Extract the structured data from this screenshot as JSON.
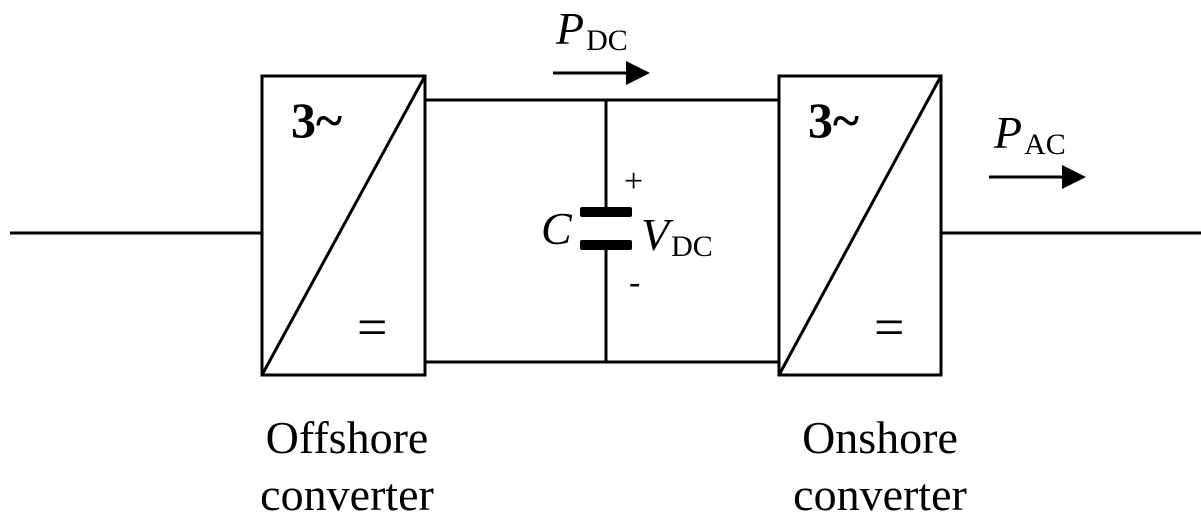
{
  "offshore_converter": {
    "ac_symbol": "3~",
    "dc_symbol": "=",
    "label_line1": "Offshore",
    "label_line2": "converter"
  },
  "onshore_converter": {
    "ac_symbol": "3~",
    "dc_symbol": "=",
    "label_line1": "Onshore",
    "label_line2": "converter"
  },
  "dc_power": {
    "symbol": "P",
    "subscript": "DC"
  },
  "ac_power": {
    "symbol": "P",
    "subscript": "AC"
  },
  "capacitor": {
    "symbol": "C",
    "voltage_symbol": "V",
    "voltage_subscript": "DC",
    "plus_sign": "+",
    "minus_sign": "-"
  }
}
